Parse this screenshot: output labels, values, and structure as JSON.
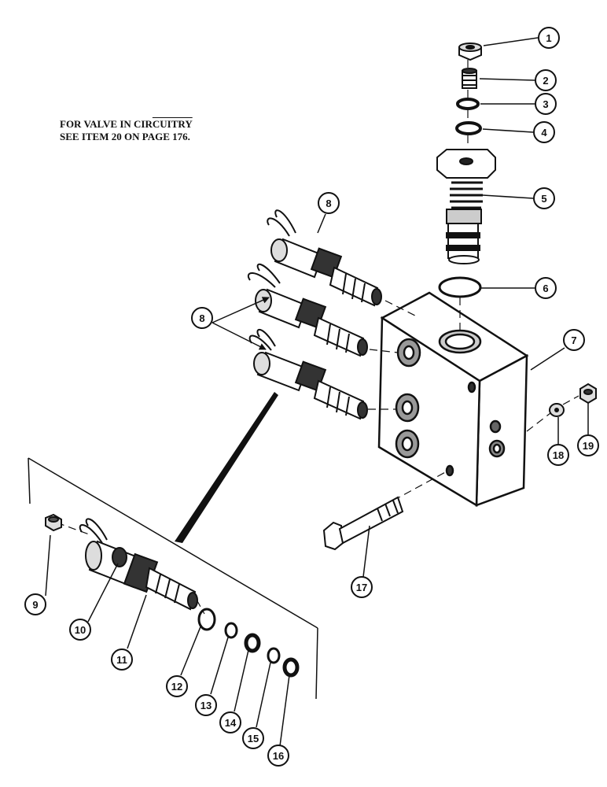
{
  "note": {
    "line1_before": "FOR VALVE IN CIR",
    "line1_overlined": "CUITRY",
    "line2": "SEE ITEM 20 ON PAGE 176."
  },
  "callouts": {
    "c1": "1",
    "c2": "2",
    "c3": "3",
    "c4": "4",
    "c5": "5",
    "c6": "6",
    "c7": "7",
    "c8a": "8",
    "c8b": "8",
    "c9": "9",
    "c10": "10",
    "c11": "11",
    "c12": "12",
    "c13": "13",
    "c14": "14",
    "c15": "15",
    "c16": "16",
    "c17": "17",
    "c18": "18",
    "c19": "19"
  }
}
